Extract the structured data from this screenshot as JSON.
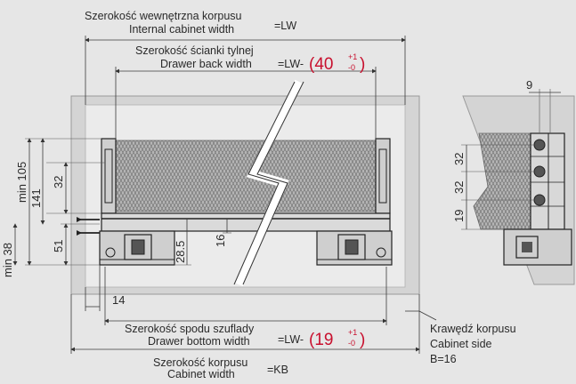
{
  "labels": {
    "internal_pl": "Szerokość wewnętrzna korpusu",
    "internal_en": "Internal cabinet width",
    "internal_eq": "=LW",
    "back_pl": "Szerokość ścianki tylnej",
    "back_en": "Drawer back width",
    "back_eq": "=LW-",
    "back_val": "(40",
    "back_sup": "+1",
    "back_sub": "-0",
    "back_close": ")",
    "bottom_pl": "Szerokość spodu szuflady",
    "bottom_en": "Drawer bottom width",
    "bottom_eq": "=LW-",
    "bottom_val": "(19",
    "bottom_sup": "+1",
    "bottom_sub": "-0",
    "bottom_close": ")",
    "kb_pl": "Szerokość korpusu",
    "kb_en": "Cabinet width",
    "kb_eq": "=KB",
    "side_pl": "Krawędź korpusu",
    "side_en": "Cabinet side",
    "side_b": "B=16"
  },
  "dimensions": {
    "d105": "min 105",
    "d141": "141",
    "d32a": "32",
    "d51": "51",
    "d38": "min 38",
    "d285": "28.5",
    "d16": "16",
    "d14": "14",
    "d9": "9",
    "d32b": "32",
    "d32c": "32",
    "d19": "19"
  },
  "colors": {
    "accent_red": "#c8102e",
    "background": "#e6e6e6",
    "cabinet_gray": "#d2d2d2"
  }
}
